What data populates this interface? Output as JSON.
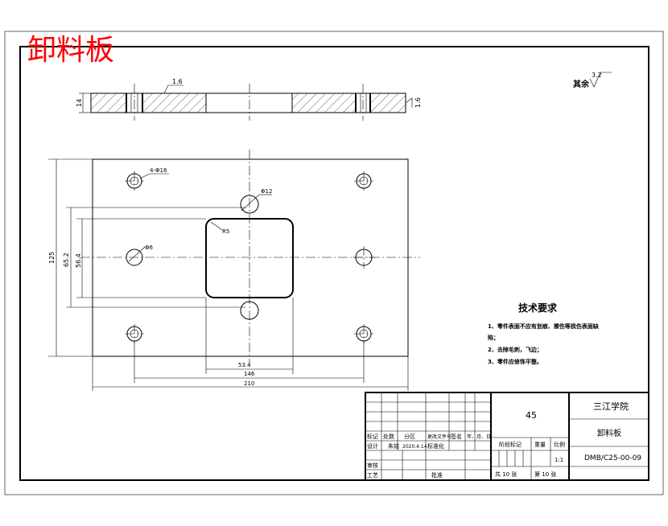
{
  "title_overlay": "卸料板",
  "colors": {
    "overlay": "#ff0000",
    "lines": "#000000",
    "paper": "#ffffff"
  },
  "section_view": {
    "thickness": "14",
    "chamfer": "1.6",
    "right_note": "1.6",
    "roughness_note": "其余",
    "roughness_value": "3.2"
  },
  "plan_view": {
    "hole_label_4x": "4-Φ16",
    "hole_label_phi12": "Φ12",
    "hole_label_phi6": "Φ6",
    "corner_label": "R5",
    "dim_height_total": "125",
    "dim_height_mid": "65.2",
    "dim_height_inner": "56.4",
    "dim_w_slot": "53.4",
    "dim_w_mid": "146",
    "dim_w_total": "210"
  },
  "tech_requirements": {
    "heading": "技术要求",
    "lines": [
      "1、零件表面不应有划痕、擦伤等损伤表面缺",
      "陷；",
      "2、去除毛刺，飞边；",
      "3、零件应修饰平整。"
    ]
  },
  "title_block": {
    "material": "45",
    "school": "三江学院",
    "part_name": "卸料板",
    "drawing_no": "DMB/C25-00-09",
    "hdr_mark": "标记",
    "hdr_count": "处数",
    "hdr_zone": "分区",
    "hdr_doc": "更改文件号",
    "hdr_sign": "签名",
    "hdr_date": "年、月、日",
    "design_label": "设计",
    "designer": "朱铭",
    "design_date": "2020.4.14",
    "std_label": "标准化",
    "review_label": "审核",
    "process_label": "工艺",
    "approve_label": "批准",
    "stage_label": "阶段标记",
    "weight_label": "重量",
    "scale_label": "比例",
    "scale_value": "1:1",
    "sheet_total": "共 10 张",
    "sheet_no": "第 10 张"
  }
}
